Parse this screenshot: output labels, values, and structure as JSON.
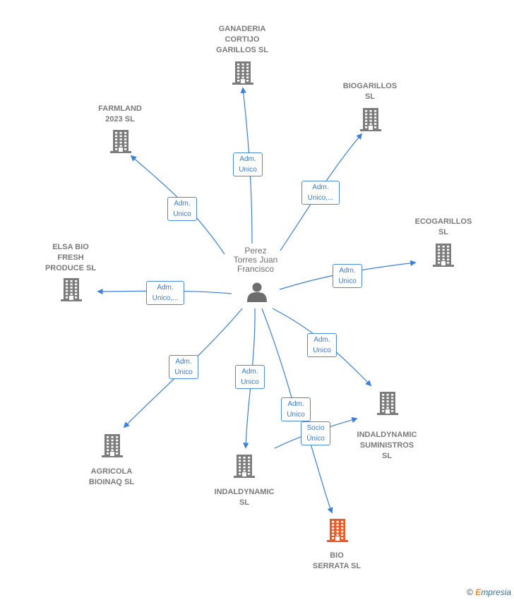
{
  "person": {
    "label": "Perez\nTorres Juan\nFrancisco",
    "icon": "person-icon"
  },
  "colors": {
    "edge": "#3b7fd9",
    "building": "#7c7c7c",
    "highlight": "#ee5a26"
  },
  "companies": [
    {
      "id": "ganaderia",
      "label": "GANADERIA\nCORTIJO\nGARILLOS  SL",
      "highlight": false
    },
    {
      "id": "biogarillos",
      "label": "BIOGARILLOS\nSL",
      "highlight": false
    },
    {
      "id": "farmland",
      "label": "FARMLAND\n2023  SL",
      "highlight": false
    },
    {
      "id": "ecogarillos",
      "label": "ECOGARILLOS\nSL",
      "highlight": false
    },
    {
      "id": "elsa",
      "label": "ELSA BIO\nFRESH\nPRODUCE  SL",
      "highlight": false
    },
    {
      "id": "agricola",
      "label": "AGRICOLA\nBIOINAQ  SL",
      "highlight": false
    },
    {
      "id": "indaldynamic",
      "label": "INDALDYNAMIC\nSL",
      "highlight": false
    },
    {
      "id": "suministros",
      "label": "INDALDYNAMIC\nSUMINISTROS\nSL",
      "highlight": false
    },
    {
      "id": "bioserrata",
      "label": "BIO\nSERRATA  SL",
      "highlight": true
    }
  ],
  "edges": [
    {
      "target": "ganaderia",
      "label": "Adm.\nUnico"
    },
    {
      "target": "biogarillos",
      "label": "Adm.\nUnico,..."
    },
    {
      "target": "farmland",
      "label": "Adm.\nUnico"
    },
    {
      "target": "ecogarillos",
      "label": "Adm.\nUnico"
    },
    {
      "target": "elsa",
      "label": "Adm.\nUnico,..."
    },
    {
      "target": "agricola",
      "label": "Adm.\nUnico"
    },
    {
      "target": "indaldynamic",
      "label": "Adm.\nUnico"
    },
    {
      "target": "suministros",
      "label": "Adm.\nUnico"
    },
    {
      "target": "bioserrata",
      "label": "Adm.\nUnico"
    },
    {
      "target": "suministros-from-indaldynamic",
      "label": "Socio\nÚnico"
    }
  ],
  "footer": {
    "copyright": "©",
    "brand_first": "E",
    "brand_rest": "mpresia"
  }
}
